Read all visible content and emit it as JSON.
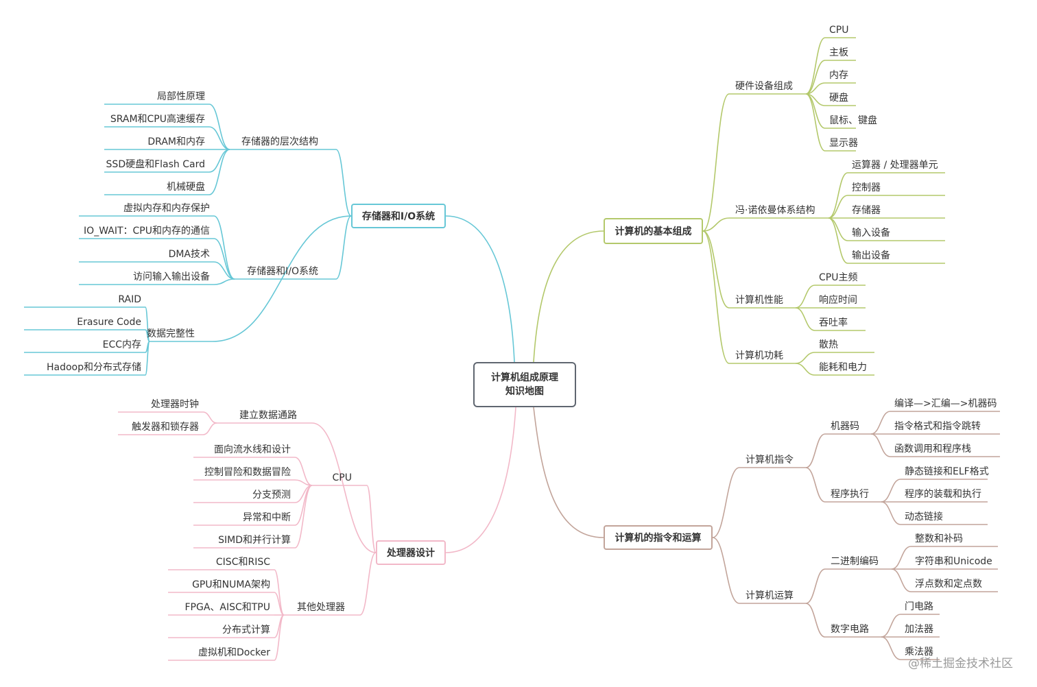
{
  "center": {
    "line1": "计算机组成原理",
    "line2": "知识地图"
  },
  "colors": {
    "teal": "#66c7d6",
    "green": "#b3c86a",
    "pink": "#f2b8c8",
    "brown": "#c2a49a",
    "root": "#5f6670"
  },
  "branches": {
    "storage": {
      "title": "存储器和I/O系统",
      "groups": [
        {
          "label": "存储器的层次结构",
          "items": [
            "局部性原理",
            "SRAM和CPU高速缓存",
            "DRAM和内存",
            "SSD硬盘和Flash Card",
            "机械硬盘"
          ]
        },
        {
          "label": "存储器和I/O系统",
          "items": [
            "虚拟内存和内存保护",
            "IO_WAIT：CPU和内存的通信",
            "DMA技术",
            "访问输入输出设备"
          ]
        },
        {
          "label": "数据完整性",
          "items": [
            "RAID",
            "Erasure Code",
            "ECC内存",
            "Hadoop和分布式存储"
          ]
        }
      ]
    },
    "processor": {
      "title": "处理器设计",
      "groups": [
        {
          "label": "建立数据通路",
          "items": [
            "处理器时钟",
            "触发器和锁存器"
          ]
        },
        {
          "label": "CPU",
          "items": [
            "面向流水线和设计",
            "控制冒险和数据冒险",
            "分支预测",
            "异常和中断",
            "SIMD和并行计算"
          ]
        },
        {
          "label": "其他处理器",
          "items": [
            "CISC和RISC",
            "GPU和NUMA架构",
            "FPGA、AISC和TPU",
            "分布式计算",
            "虚拟机和Docker"
          ]
        }
      ]
    },
    "basic": {
      "title": "计算机的基本组成",
      "groups": [
        {
          "label": "硬件设备组成",
          "items": [
            "CPU",
            "主板",
            "内存",
            "硬盘",
            "鼠标、键盘",
            "显示器"
          ]
        },
        {
          "label": "冯·诺依曼体系结构",
          "items": [
            "运算器 / 处理器单元",
            "控制器",
            "存储器",
            "输入设备",
            "输出设备"
          ]
        },
        {
          "label": "计算机性能",
          "items": [
            "CPU主频",
            "响应时间",
            "吞吐率"
          ]
        },
        {
          "label": "计算机功耗",
          "items": [
            "散热",
            "能耗和电力"
          ]
        }
      ]
    },
    "instructions": {
      "title": "计算机的指令和运算",
      "groups": [
        {
          "label": "计算机指令",
          "subgroups": [
            {
              "label": "机器码",
              "items": [
                "编译—>汇编—>机器码",
                "指令格式和指令跳转",
                "函数调用和程序栈"
              ]
            },
            {
              "label": "程序执行",
              "items": [
                "静态链接和ELF格式",
                "程序的装载和执行",
                "动态链接"
              ]
            }
          ]
        },
        {
          "label": "计算机运算",
          "subgroups": [
            {
              "label": "二进制编码",
              "items": [
                "整数和补码",
                "字符串和Unicode",
                "浮点数和定点数"
              ]
            },
            {
              "label": "数字电路",
              "items": [
                "门电路",
                "加法器",
                "乘法器"
              ]
            }
          ]
        }
      ]
    }
  },
  "watermark": "@稀土掘金技术社区"
}
